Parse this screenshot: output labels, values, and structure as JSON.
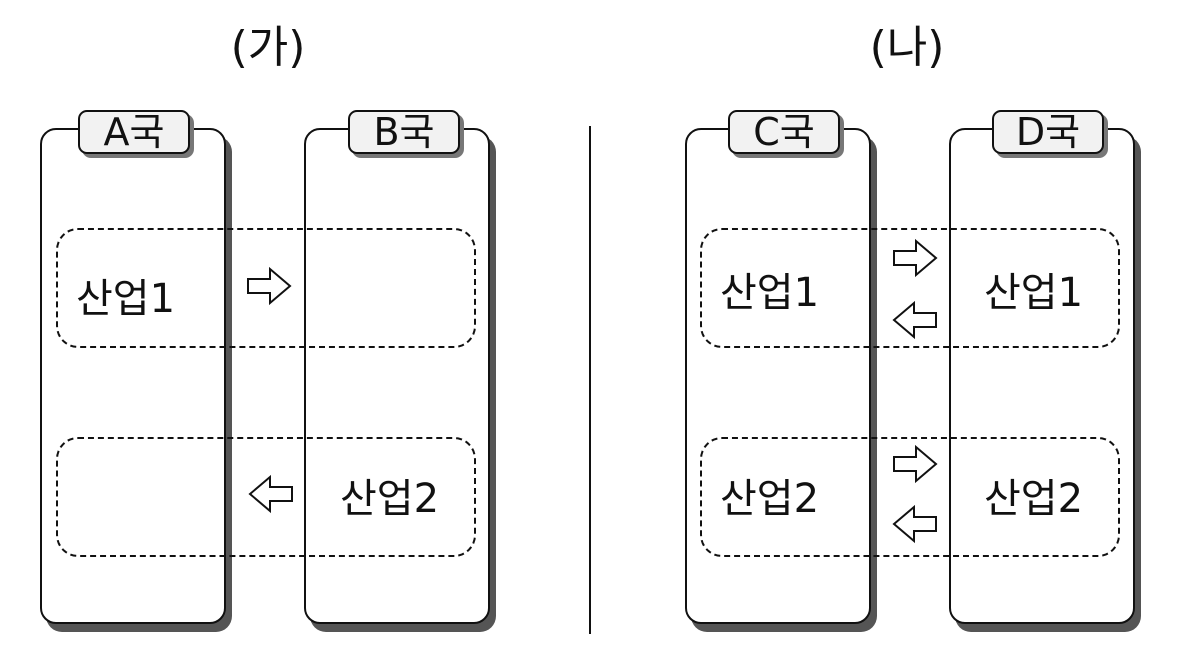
{
  "diagrams": [
    {
      "title": "(가)",
      "countries": [
        {
          "label": "A국"
        },
        {
          "label": "B국"
        }
      ],
      "industries": {
        "left_industry_1": "산업1",
        "right_industry_2": "산업2"
      },
      "flows": [
        {
          "industry": "산업1",
          "direction": "right"
        },
        {
          "industry": "산업2",
          "direction": "left"
        }
      ]
    },
    {
      "title": "(나)",
      "countries": [
        {
          "label": "C국"
        },
        {
          "label": "D국"
        }
      ],
      "industries": {
        "left_industry_1": "산업1",
        "right_industry_1": "산업1",
        "left_industry_2": "산업2",
        "right_industry_2": "산업2"
      },
      "flows": [
        {
          "industry": "산업1",
          "direction": "right"
        },
        {
          "industry": "산업1",
          "direction": "left"
        },
        {
          "industry": "산업2",
          "direction": "right"
        },
        {
          "industry": "산업2",
          "direction": "left"
        }
      ]
    }
  ]
}
